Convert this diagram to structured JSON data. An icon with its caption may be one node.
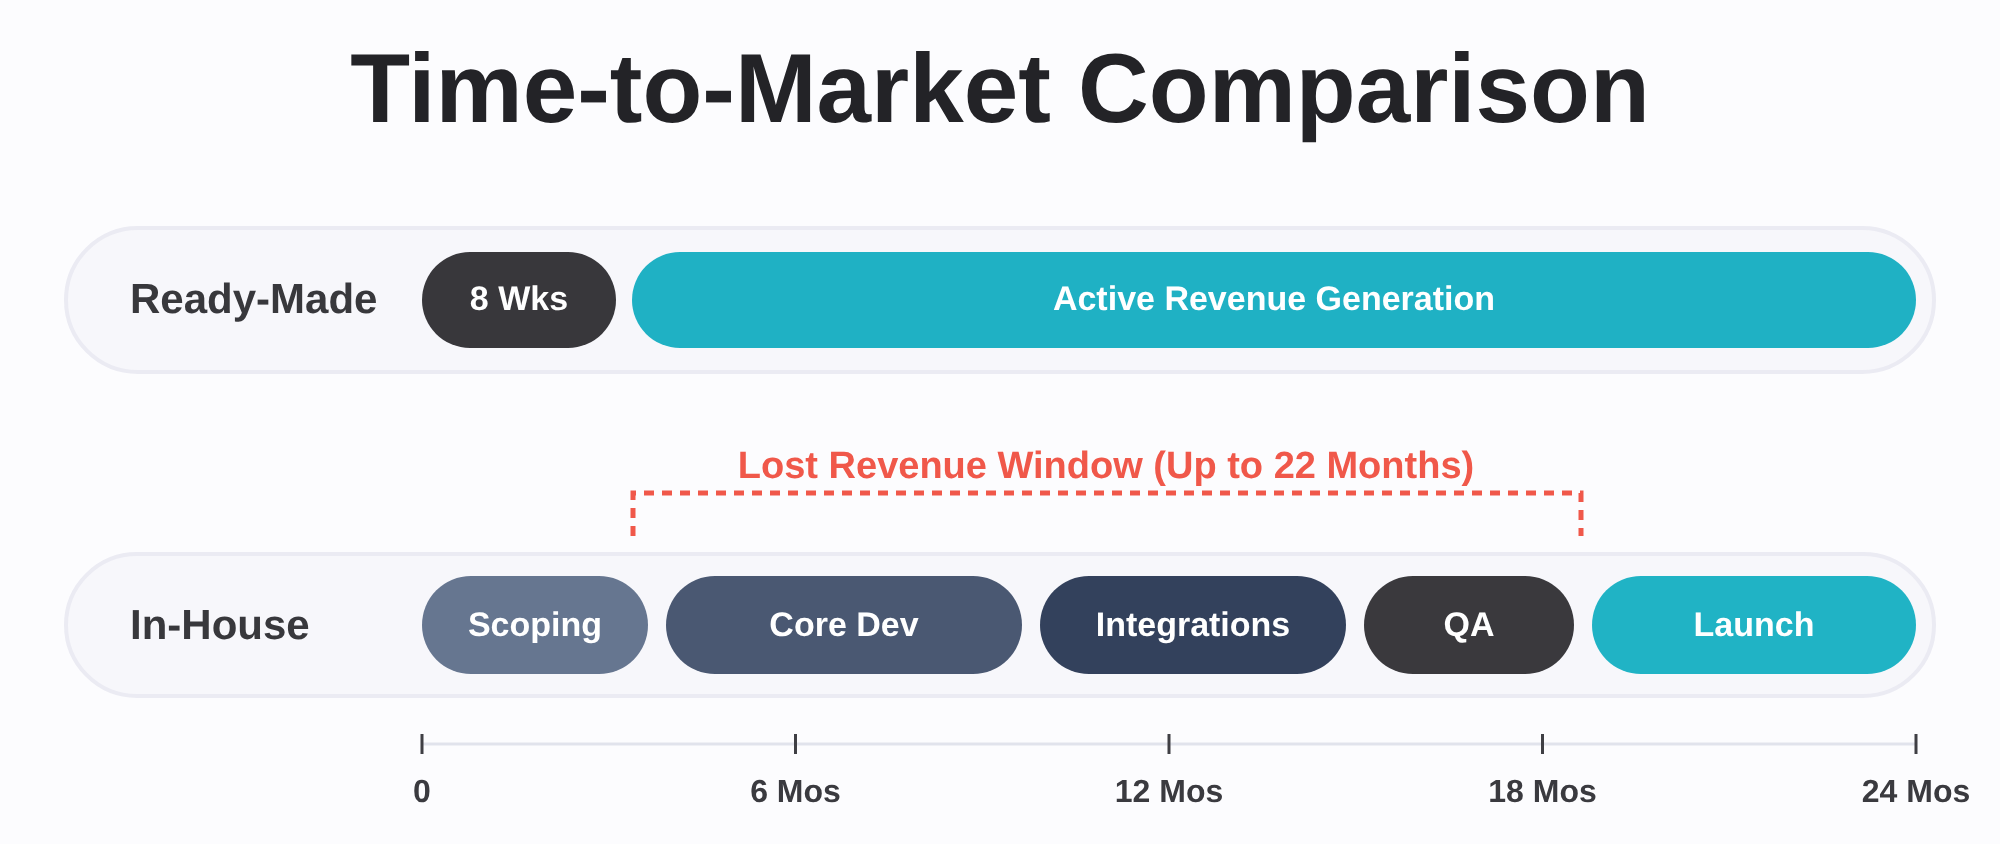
{
  "diagram": {
    "title": "Time-to-Market Comparison",
    "nodes": [
      {
        "text": [
          "Ready-Made"
        ]
      },
      {
        "text": [
          "8 Wks"
        ],
        "in": 0
      },
      {
        "text": [
          "Active Revenue Generation"
        ],
        "in": 0
      },
      {
        "text": [
          "In-House"
        ]
      },
      {
        "text": [
          "Scoping"
        ],
        "in": 3
      },
      {
        "text": [
          "Core Dev"
        ],
        "in": 3
      },
      {
        "text": [
          "Integrations"
        ],
        "in": 3
      },
      {
        "text": [
          "QA"
        ],
        "in": 3
      },
      {
        "text": [
          "Launch"
        ],
        "in": 3
      }
    ],
    "labels": [
      "Lost Revenue Window (Up to 22 Months)",
      "0",
      "6 Mos",
      "12 Mos",
      "18 Mos",
      "24 Mos"
    ]
  }
}
